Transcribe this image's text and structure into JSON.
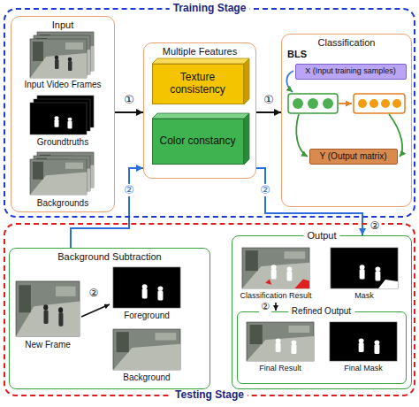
{
  "diagram": {
    "nodes": [
      {
        "text": [
          "Training Stage"
        ]
      },
      {
        "text": [
          "Input"
        ],
        "in": 0
      },
      {
        "text": [
          "Multiple Features"
        ],
        "in": 0
      },
      {
        "text": [
          "Texture consistency"
        ],
        "in": 2
      },
      {
        "text": [
          "Color constancy"
        ],
        "in": 2
      },
      {
        "text": [
          "Classification",
          "BLS"
        ],
        "in": 0
      },
      {
        "text": [
          "X (Input training samples)"
        ],
        "in": 5
      },
      {
        "text": [
          "Y (Output matrix)"
        ],
        "in": 5
      },
      {
        "text": [
          "Testing Stage"
        ]
      },
      {
        "text": [
          "Background Subtraction"
        ],
        "in": 8
      },
      {
        "text": [
          "Output"
        ],
        "in": 8
      },
      {
        "text": [
          "Refined Output"
        ],
        "in": 10
      }
    ],
    "edges": [
      {
        "from": 1,
        "to": 2,
        "label": "①",
        "arrow": "to"
      },
      {
        "from": 2,
        "to": 5,
        "label": "①",
        "arrow": "to"
      },
      {
        "from": 9,
        "to": 2,
        "label": "②",
        "arrow": "to"
      },
      {
        "from": 2,
        "to": 10,
        "label": "②",
        "arrow": "to"
      }
    ],
    "labels": [
      "Input Video Frames",
      "Groundtruths",
      "Backgrounds",
      "②",
      "New Frame",
      "Foreground",
      "Background",
      "②",
      "Classification Result",
      "Mask",
      "②",
      "Final Result",
      "Final Mask"
    ]
  }
}
